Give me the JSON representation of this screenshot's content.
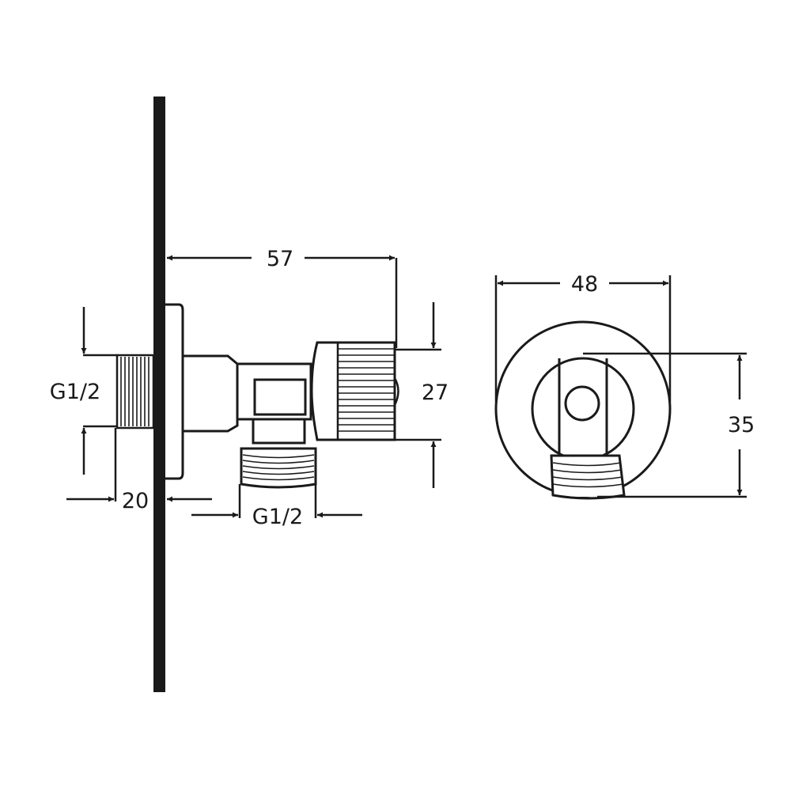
{
  "dimensions": {
    "wall_projection": "57",
    "wall_thread": "G1/2",
    "thread_length": "20",
    "outlet_thread": "G1/2",
    "handle_diameter": "27",
    "rosette_diameter": "48",
    "front_height": "35"
  }
}
